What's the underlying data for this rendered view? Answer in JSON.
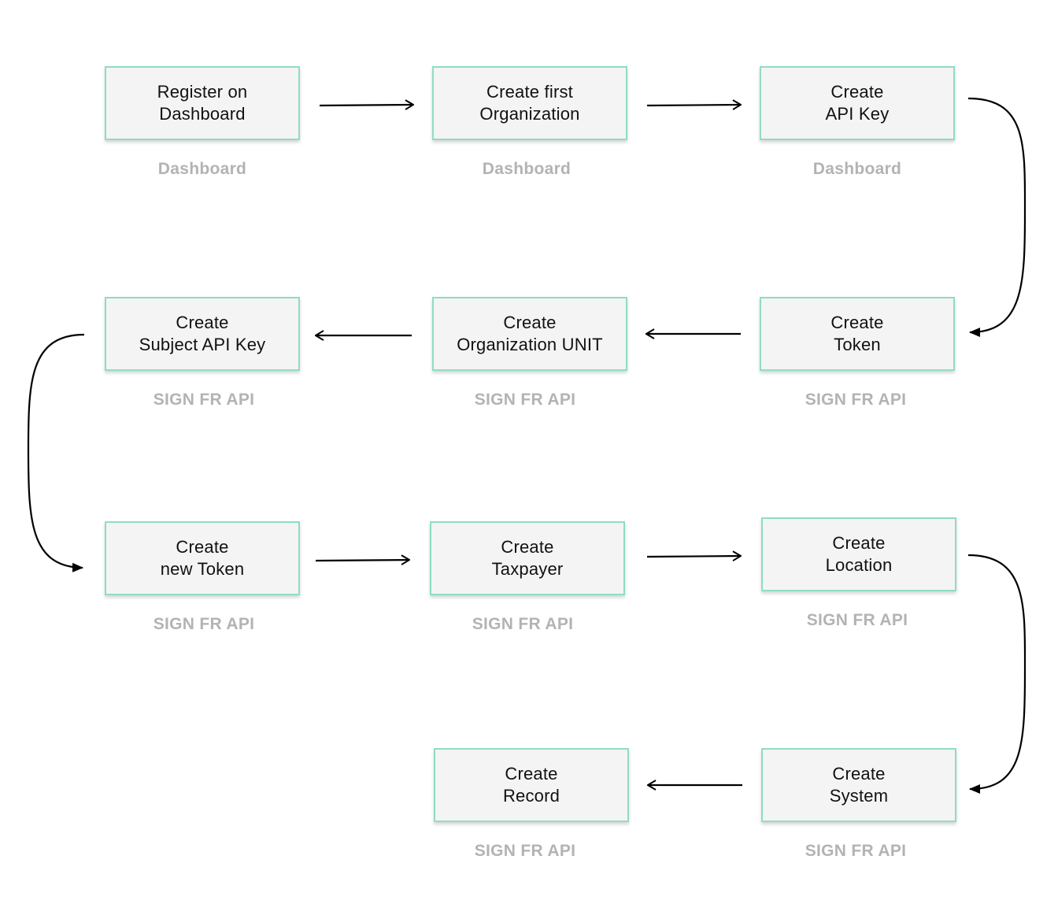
{
  "colors": {
    "box_border": "#8fdcc4",
    "box_fill": "#f4f4f4",
    "caption": "#b3b3b3",
    "arrow": "#000000",
    "text": "#111111"
  },
  "steps": [
    {
      "line1": "Register on",
      "line2": "Dashboard",
      "caption": "Dashboard"
    },
    {
      "line1": "Create first",
      "line2": "Organization",
      "caption": "Dashboard"
    },
    {
      "line1": "Create",
      "line2": "API Key",
      "caption": "Dashboard"
    },
    {
      "line1": "Create",
      "line2": "Token",
      "caption": "SIGN FR API"
    },
    {
      "line1": "Create",
      "line2": "Organization UNIT",
      "caption": "SIGN FR API"
    },
    {
      "line1": "Create",
      "line2": "Subject API Key",
      "caption": "SIGN FR API"
    },
    {
      "line1": "Create",
      "line2": "new Token",
      "caption": "SIGN FR API"
    },
    {
      "line1": "Create",
      "line2": "Taxpayer",
      "caption": "SIGN FR API"
    },
    {
      "line1": "Create",
      "line2": "Location",
      "caption": "SIGN FR API"
    },
    {
      "line1": "Create",
      "line2": "System",
      "caption": "SIGN FR API"
    },
    {
      "line1": "Create",
      "line2": "Record",
      "caption": "SIGN FR API"
    }
  ],
  "flow": [
    {
      "from": 0,
      "to": 1
    },
    {
      "from": 1,
      "to": 2
    },
    {
      "from": 2,
      "to": 3
    },
    {
      "from": 3,
      "to": 4
    },
    {
      "from": 4,
      "to": 5
    },
    {
      "from": 5,
      "to": 6
    },
    {
      "from": 6,
      "to": 7
    },
    {
      "from": 7,
      "to": 8
    },
    {
      "from": 8,
      "to": 9
    },
    {
      "from": 9,
      "to": 10
    }
  ]
}
